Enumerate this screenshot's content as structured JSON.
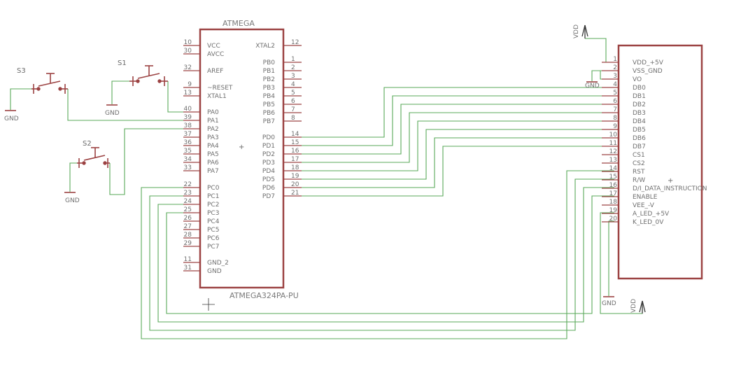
{
  "mcu": {
    "name": "ATMEGA",
    "part": "ATMEGA324PA-PU",
    "left_pins": [
      {
        "num": "10",
        "label": "VCC"
      },
      {
        "num": "30",
        "label": "AVCC"
      },
      {
        "num": "32",
        "label": "AREF"
      },
      {
        "num": "9",
        "label": "~RESET"
      },
      {
        "num": "13",
        "label": "XTAL1"
      },
      {
        "num": "40",
        "label": "PA0"
      },
      {
        "num": "39",
        "label": "PA1"
      },
      {
        "num": "38",
        "label": "PA2"
      },
      {
        "num": "37",
        "label": "PA3"
      },
      {
        "num": "36",
        "label": "PA4"
      },
      {
        "num": "35",
        "label": "PA5"
      },
      {
        "num": "34",
        "label": "PA6"
      },
      {
        "num": "33",
        "label": "PA7"
      },
      {
        "num": "22",
        "label": "PC0"
      },
      {
        "num": "23",
        "label": "PC1"
      },
      {
        "num": "24",
        "label": "PC2"
      },
      {
        "num": "25",
        "label": "PC3"
      },
      {
        "num": "26",
        "label": "PC4"
      },
      {
        "num": "27",
        "label": "PC5"
      },
      {
        "num": "28",
        "label": "PC6"
      },
      {
        "num": "29",
        "label": "PC7"
      },
      {
        "num": "11",
        "label": "GND_2"
      },
      {
        "num": "31",
        "label": "GND"
      }
    ],
    "right_pins": [
      {
        "num": "12",
        "label": "XTAL2"
      },
      {
        "num": "1",
        "label": "PB0"
      },
      {
        "num": "2",
        "label": "PB1"
      },
      {
        "num": "3",
        "label": "PB2"
      },
      {
        "num": "4",
        "label": "PB3"
      },
      {
        "num": "5",
        "label": "PB4"
      },
      {
        "num": "6",
        "label": "PB5"
      },
      {
        "num": "7",
        "label": "PB6"
      },
      {
        "num": "8",
        "label": "PB7"
      },
      {
        "num": "14",
        "label": "PD0"
      },
      {
        "num": "15",
        "label": "PD1"
      },
      {
        "num": "16",
        "label": "PD2"
      },
      {
        "num": "17",
        "label": "PD3"
      },
      {
        "num": "18",
        "label": "PD4"
      },
      {
        "num": "19",
        "label": "PD5"
      },
      {
        "num": "20",
        "label": "PD6"
      },
      {
        "num": "21",
        "label": "PD7"
      }
    ]
  },
  "lcd": {
    "pins": [
      {
        "num": "1",
        "label": "VDD_+5V"
      },
      {
        "num": "2",
        "label": "VSS_GND"
      },
      {
        "num": "3",
        "label": "VO"
      },
      {
        "num": "4",
        "label": "DB0"
      },
      {
        "num": "5",
        "label": "DB1"
      },
      {
        "num": "6",
        "label": "DB2"
      },
      {
        "num": "7",
        "label": "DB3"
      },
      {
        "num": "8",
        "label": "DB4"
      },
      {
        "num": "9",
        "label": "DB5"
      },
      {
        "num": "10",
        "label": "DB6"
      },
      {
        "num": "11",
        "label": "DB7"
      },
      {
        "num": "12",
        "label": "CS1"
      },
      {
        "num": "13",
        "label": "CS2"
      },
      {
        "num": "14",
        "label": "RST"
      },
      {
        "num": "15",
        "label": "R/W"
      },
      {
        "num": "16",
        "label": "D/I_DATA_INSTRUCTION"
      },
      {
        "num": "17",
        "label": "ENABLE"
      },
      {
        "num": "18",
        "label": "VEE_-V"
      },
      {
        "num": "19",
        "label": "A_LED_+5V"
      },
      {
        "num": "20",
        "label": "K_LED_0V"
      }
    ]
  },
  "switches": {
    "s1": "S1",
    "s2": "S2",
    "s3": "S3"
  },
  "labels": {
    "gnd": "GND",
    "vdd": "VDD"
  },
  "colors": {
    "part_outline": "#9c4343",
    "wire": "#5aa95a",
    "text": "#6f6f6f"
  }
}
